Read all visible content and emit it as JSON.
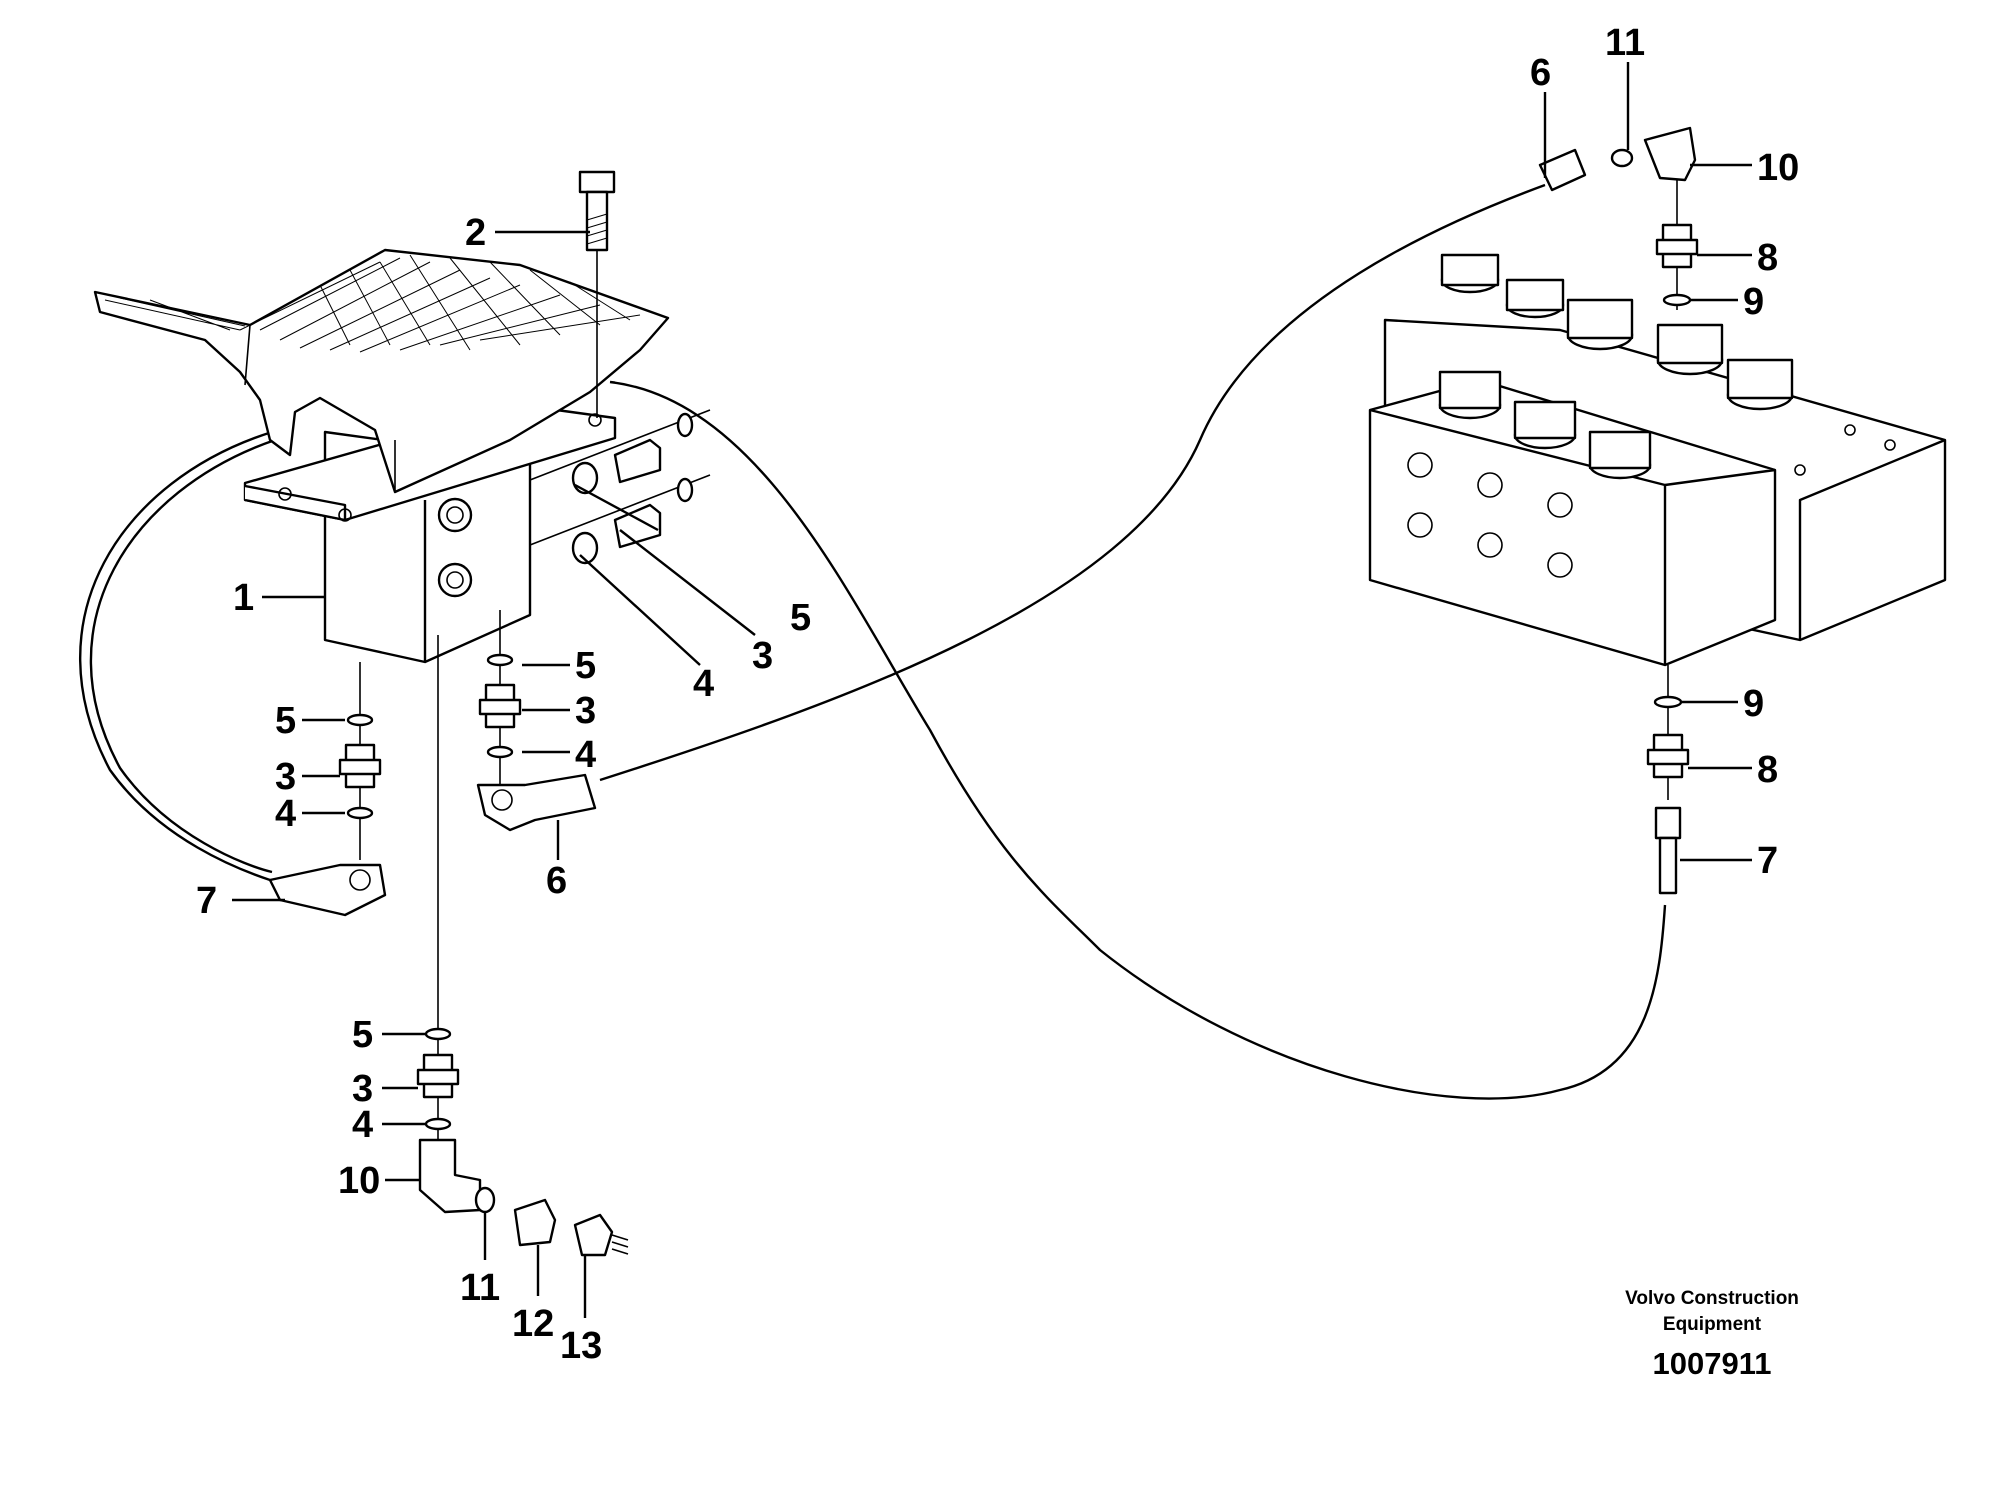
{
  "callouts": {
    "pedal_1": "1",
    "bolt_2": "2",
    "rs5": "5",
    "rs3": "3",
    "rs4": "4",
    "cs5": "5",
    "cs3": "3",
    "cs4": "4",
    "cs6": "6",
    "lc5": "5",
    "lc3": "3",
    "lc4": "4",
    "lc7": "7",
    "bt5": "5",
    "bt3": "3",
    "bt4": "4",
    "bt10": "10",
    "bt11": "11",
    "bt12": "12",
    "bt13": "13",
    "vt6": "6",
    "vt11": "11",
    "vt10": "10",
    "vt8": "8",
    "vt9": "9",
    "vb9": "9",
    "vb8": "8",
    "vb7": "7"
  },
  "footer": {
    "brand_line1": "Volvo Construction",
    "brand_line2": "Equipment",
    "doc_number": "1007911"
  }
}
